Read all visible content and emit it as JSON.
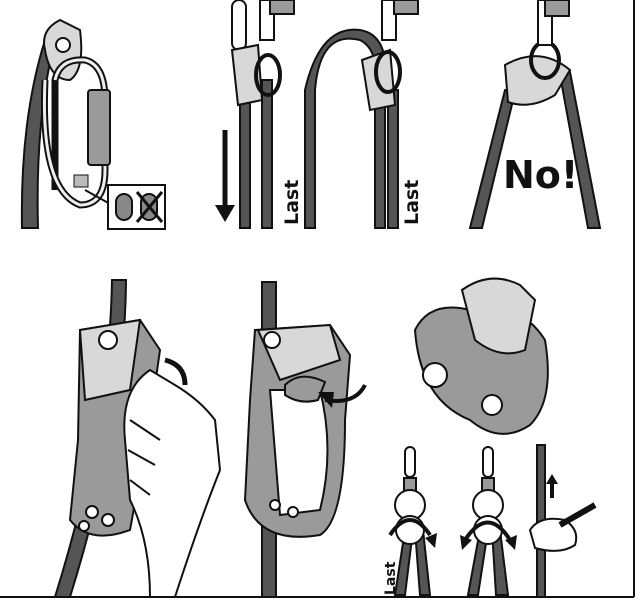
{
  "labels": {
    "last_1": "Last",
    "last_2": "Last",
    "no": "No!",
    "last_3": "Last"
  },
  "colors": {
    "rope": "#555555",
    "device": "#9a9a9a",
    "outline": "#111111"
  }
}
